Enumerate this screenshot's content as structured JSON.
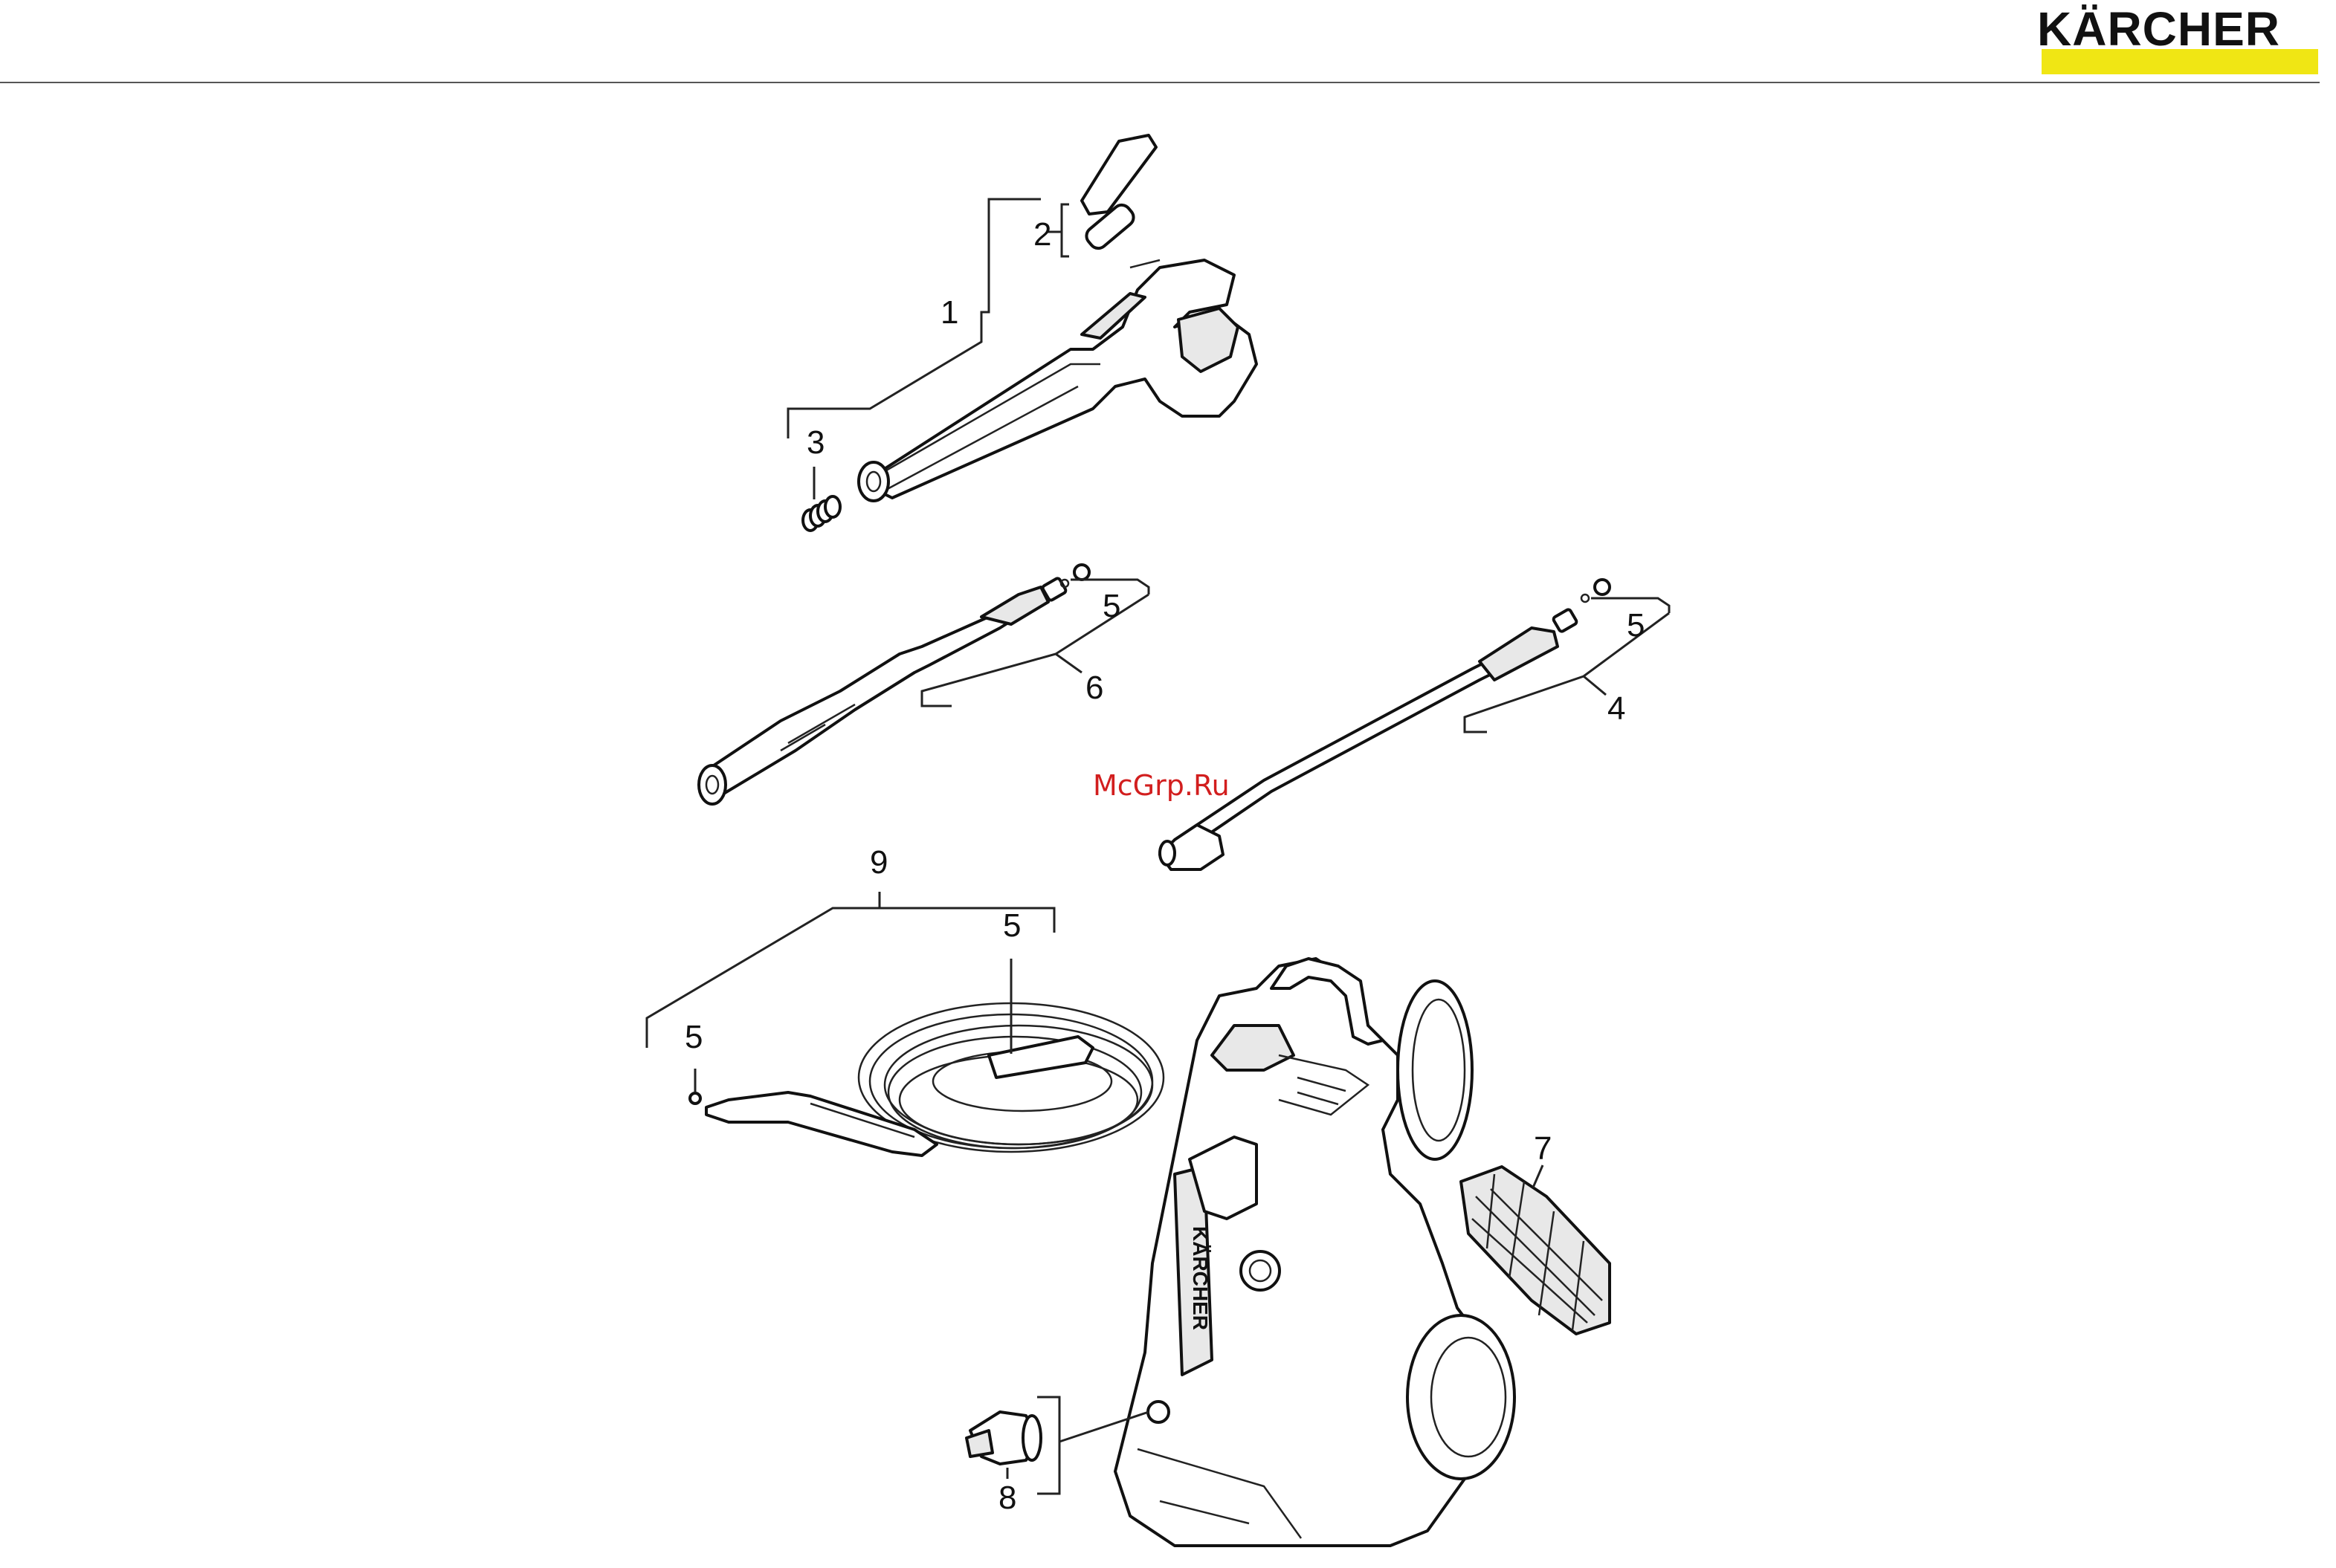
{
  "brand": {
    "logo_text": "KÄRCHER",
    "accent_color": "#f0e614"
  },
  "watermark": "McGrp.Ru",
  "callouts": {
    "c1": "1",
    "c2": "2",
    "c3": "3",
    "c5a": "5",
    "c6": "6",
    "c5b": "5",
    "c4": "4",
    "c9": "9",
    "c5c": "5",
    "c5d": "5",
    "c7": "7",
    "c8": "8"
  },
  "device_label": "KÄRCHER"
}
